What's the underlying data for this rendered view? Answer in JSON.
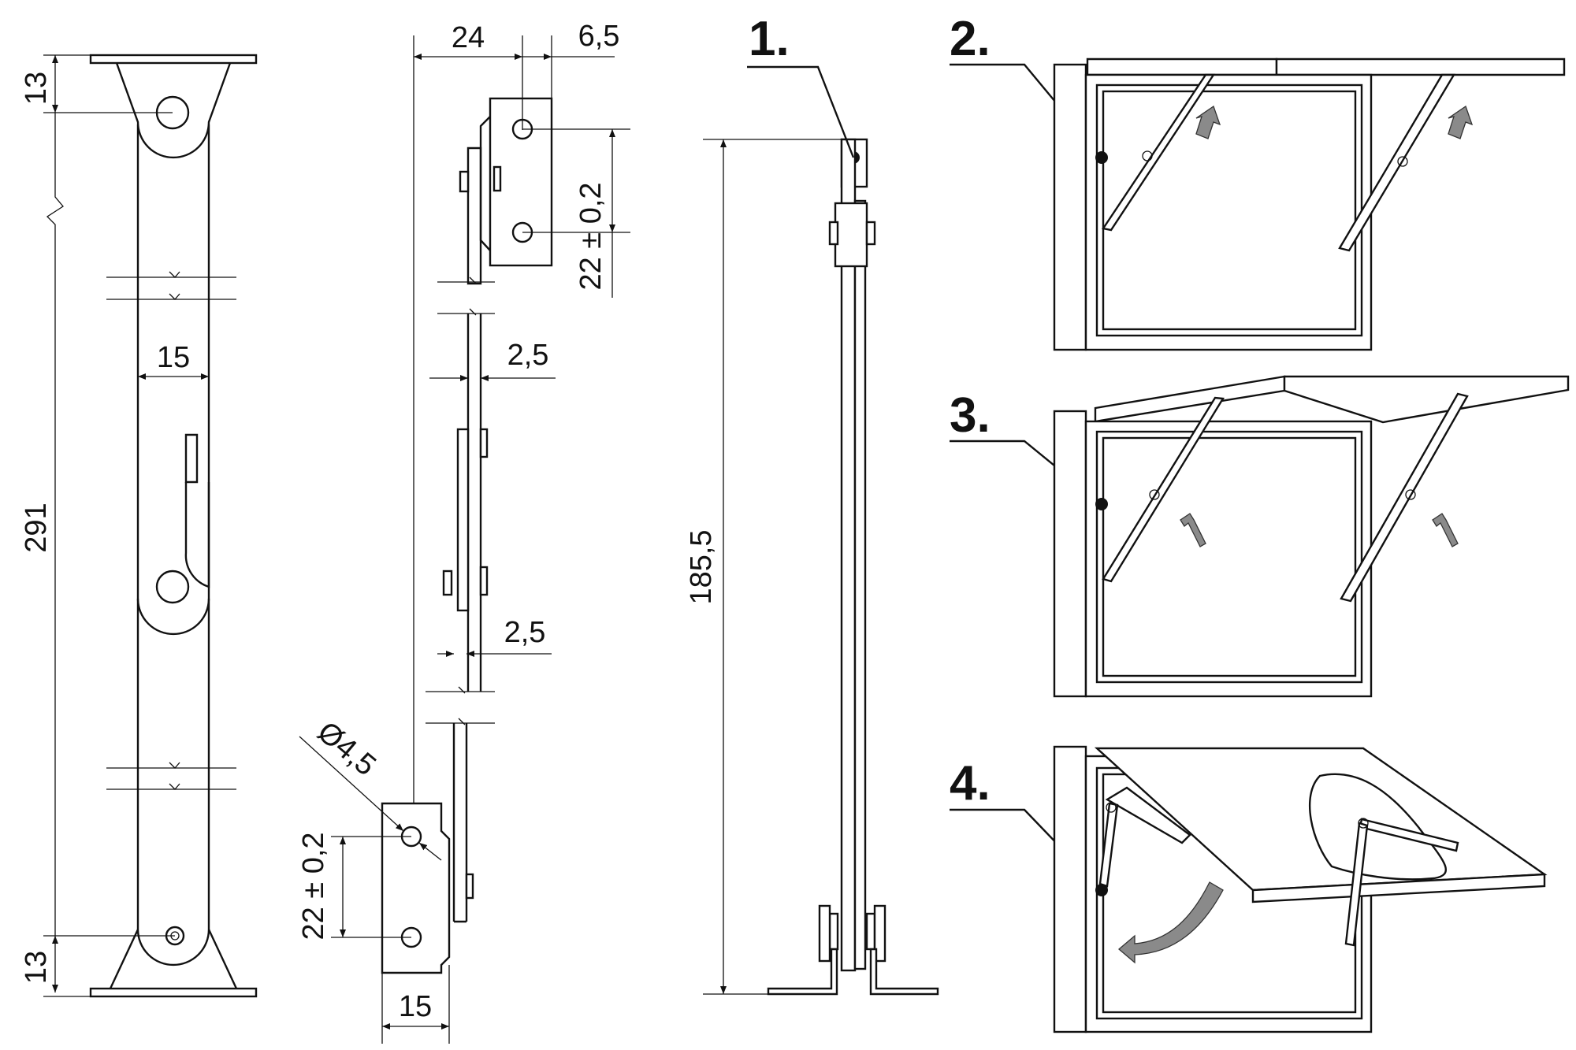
{
  "dimensions": {
    "top_offset": "13",
    "bottom_offset": "13",
    "total_length": "291",
    "strip_width": "15",
    "bracket_width_top": "24",
    "hole_offset": "6,5",
    "hole_spacing_top": "22 ± 0,2",
    "thickness_upper": "2,5",
    "thickness_lower": "2,5",
    "hole_diameter": "Ø4,5",
    "hole_spacing_bottom": "22 ± 0,2",
    "bracket_width_bottom": "15",
    "mounted_height": "185,5"
  },
  "steps": [
    "1.",
    "2.",
    "3.",
    "4."
  ]
}
